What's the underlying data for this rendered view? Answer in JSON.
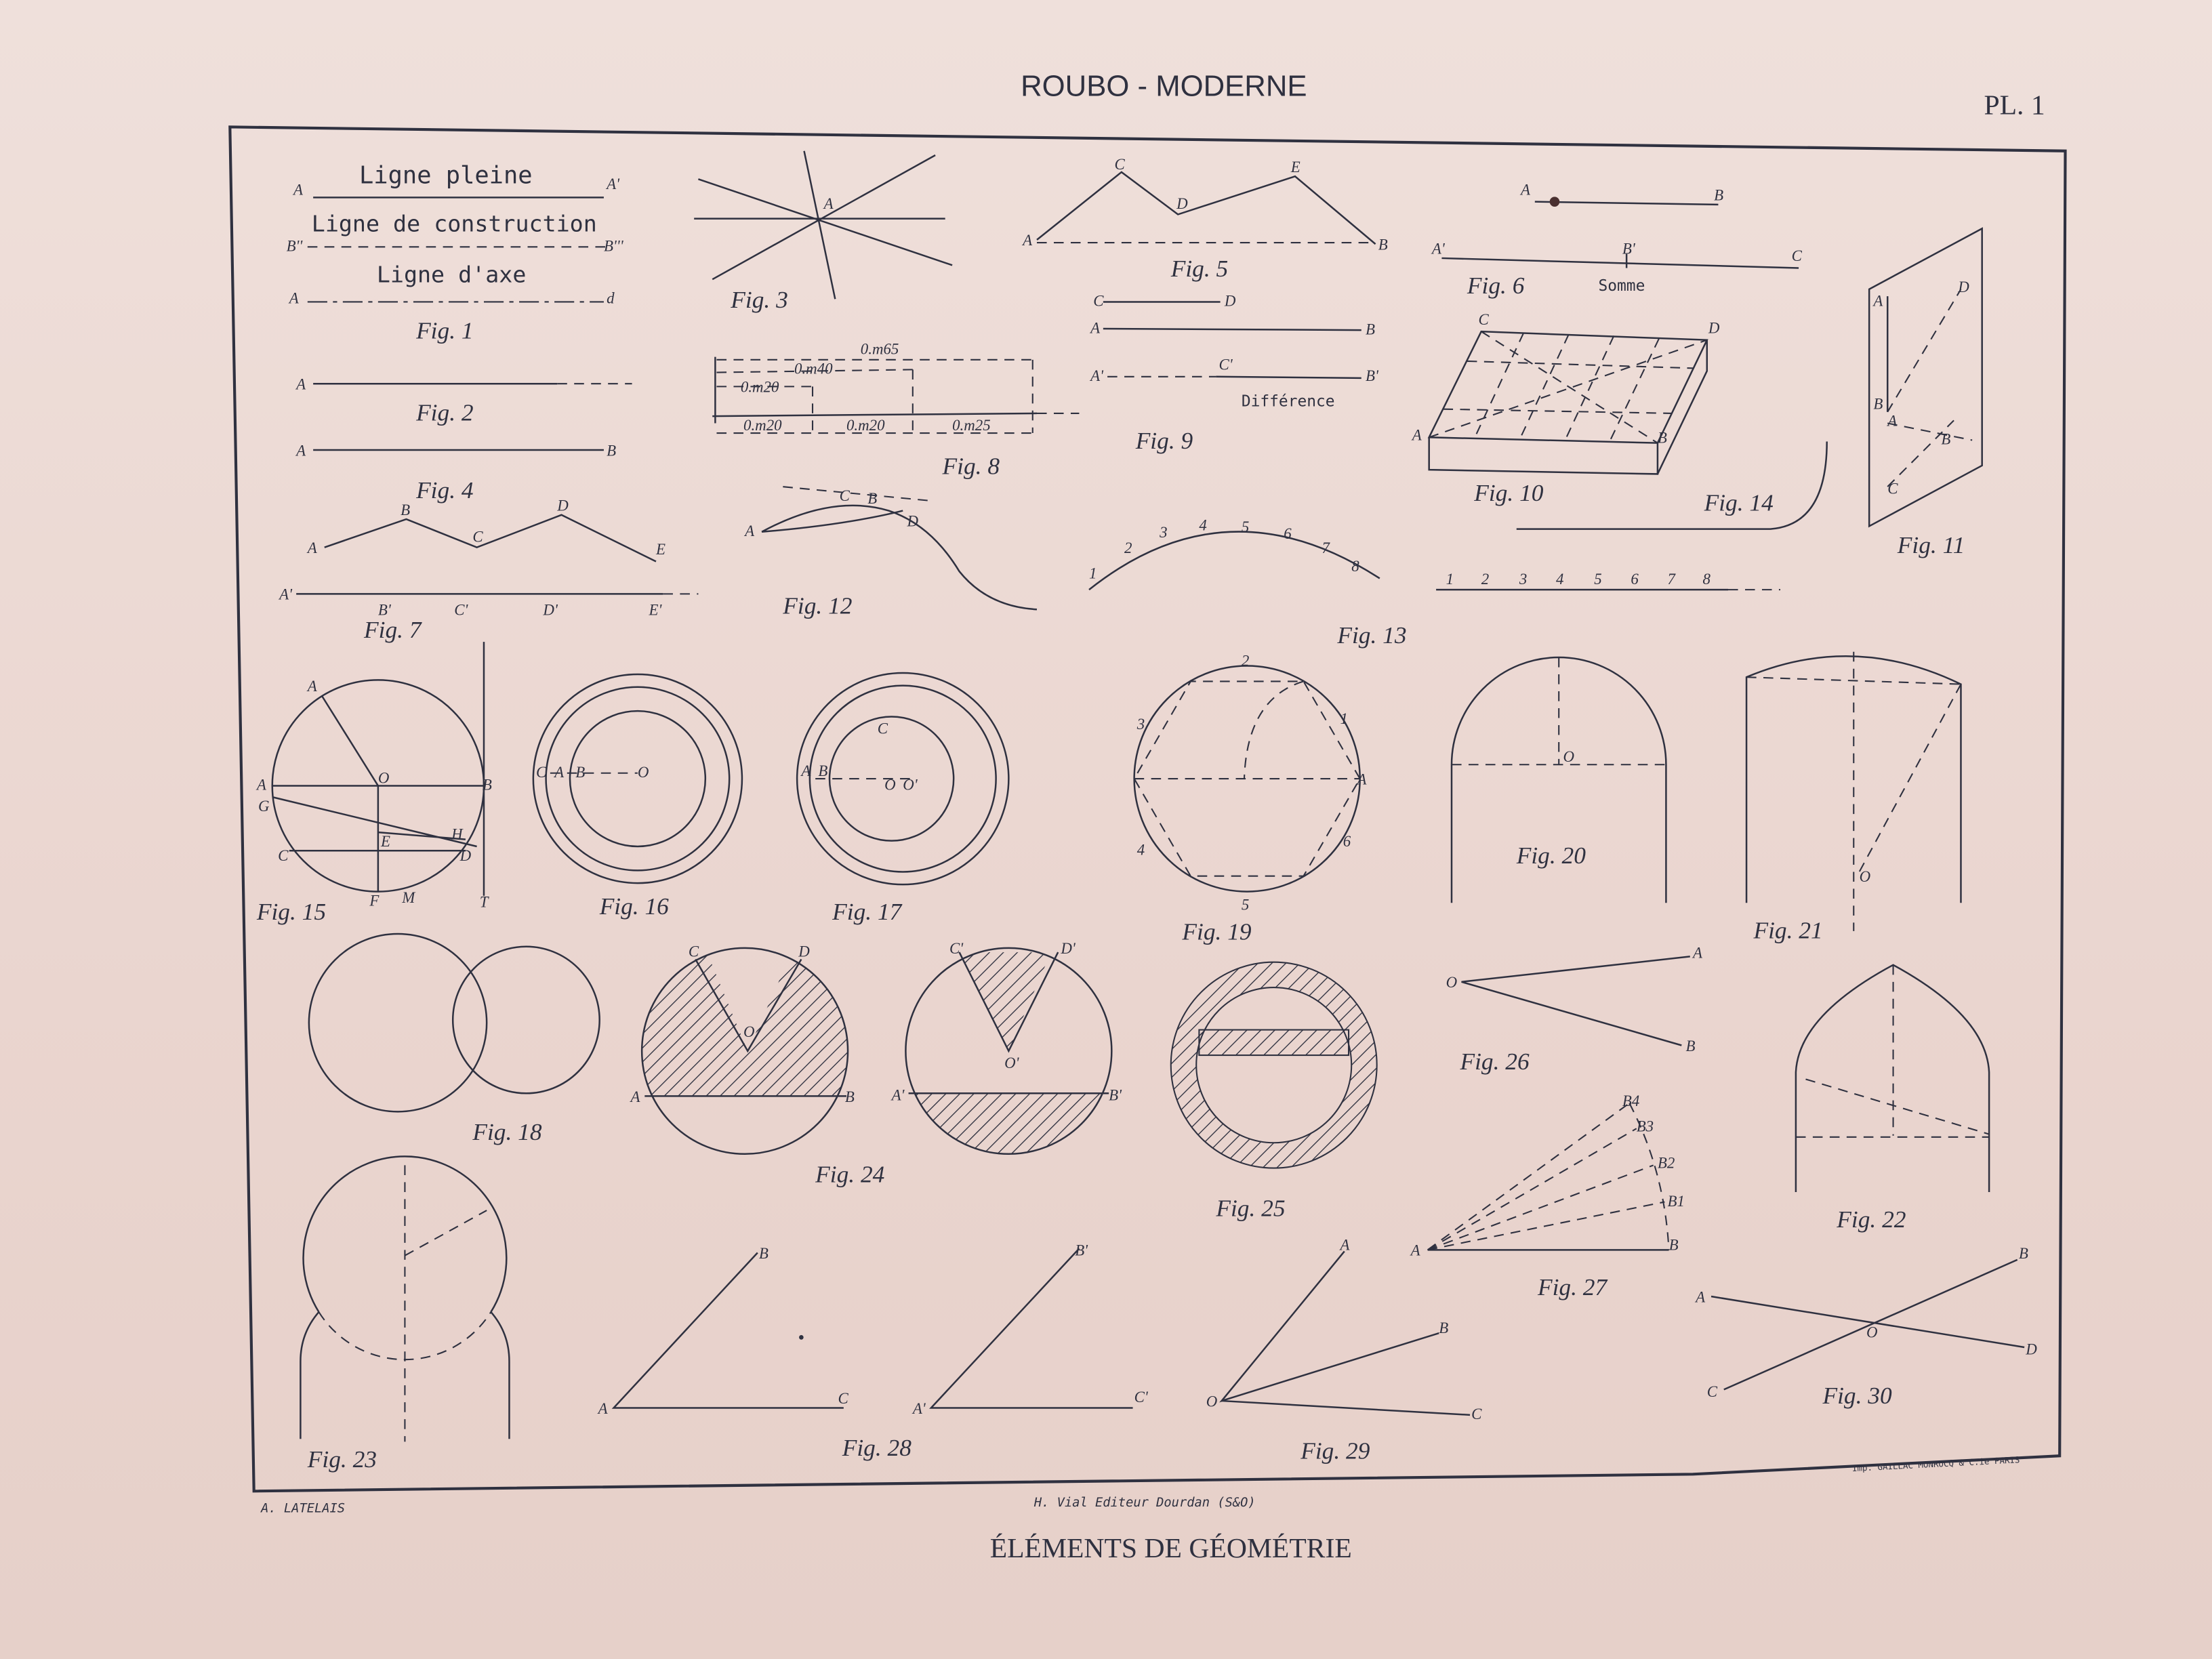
{
  "header": {
    "title": "ROUBO - MODERNE",
    "plate": "PL. 1"
  },
  "footer": {
    "author": "A. LATELAIS",
    "editor": "H. Vial Editeur Dourdan (S&O)",
    "printer": "Imp. GAILLAC MONROCQ & C.ie PARIS",
    "title": "ÉLÉMENTS DE GÉOMÉTRIE"
  },
  "fig1": {
    "solid": "Ligne pleine",
    "construction": "Ligne de construction",
    "axis": "Ligne d'axe",
    "a": "A",
    "a1": "A'",
    "b2": "B''",
    "b3": "B'''",
    "a4": "A",
    "d": "d"
  },
  "fig6": {
    "sum": "Somme",
    "a": "A",
    "b": "B",
    "a1": "A'",
    "b1": "B'",
    "c": "C"
  },
  "fig8": {
    "d65": "0.m65",
    "d40": "0.m40",
    "d20a": "0.m20",
    "d20b": "0.m20",
    "d20c": "0.m20",
    "d25": "0.m25"
  },
  "fig9": {
    "diff": "Différence",
    "c": "C",
    "d": "D",
    "a": "A",
    "b": "B",
    "a1": "A'",
    "c1": "C'",
    "b1": "B'"
  },
  "fig13": {
    "numbers": [
      "1",
      "2",
      "3",
      "4",
      "5",
      "6",
      "7",
      "8"
    ]
  },
  "captions": [
    "Fig. 1",
    "Fig. 2",
    "Fig. 3",
    "Fig. 4",
    "Fig. 5",
    "Fig. 6",
    "Fig. 7",
    "Fig. 8",
    "Fig. 9",
    "Fig. 10",
    "Fig. 11",
    "Fig. 12",
    "Fig. 13",
    "Fig. 14",
    "Fig. 15",
    "Fig. 16",
    "Fig. 17",
    "Fig. 18",
    "Fig. 19",
    "Fig. 20",
    "Fig. 21",
    "Fig. 22",
    "Fig. 23",
    "Fig. 24",
    "Fig. 25",
    "Fig. 26",
    "Fig. 27",
    "Fig. 28",
    "Fig. 29",
    "Fig. 30"
  ],
  "points": {
    "fig2": [
      "A"
    ],
    "fig4": [
      "A",
      "B"
    ],
    "fig3": [
      "A"
    ],
    "fig5": [
      "A",
      "C",
      "D",
      "E",
      "B"
    ],
    "fig7": [
      "A",
      "B",
      "C",
      "D",
      "E",
      "A'",
      "B'",
      "C'",
      "D'",
      "E'"
    ],
    "fig10": [
      "A",
      "B",
      "C",
      "D"
    ],
    "fig11": [
      "A",
      "D",
      "B",
      "A",
      "B",
      "C"
    ],
    "fig12": [
      "A",
      "C",
      "B",
      "D"
    ],
    "fig15": [
      "A",
      "A",
      "O",
      "B",
      "G",
      "C",
      "E",
      "H",
      "D",
      "F",
      "M",
      "T"
    ],
    "fig16": [
      "C",
      "A",
      "B",
      "O"
    ],
    "fig17": [
      "A",
      "B",
      "C",
      "O",
      "O'"
    ],
    "fig19": [
      "1",
      "2",
      "3",
      "4",
      "5",
      "6",
      "A"
    ],
    "fig20": [
      "O"
    ],
    "fig21": [
      "O"
    ],
    "fig24": [
      "C",
      "D",
      "O",
      "A",
      "B",
      "C'",
      "D'",
      "O'",
      "A'",
      "B'"
    ],
    "fig26": [
      "O",
      "A",
      "B"
    ],
    "fig27": [
      "A",
      "B",
      "B1",
      "B2",
      "B3",
      "B4"
    ],
    "fig28": [
      "A",
      "B",
      "C",
      "A'",
      "B'",
      "C'"
    ],
    "fig29": [
      "O",
      "A",
      "B",
      "C"
    ],
    "fig30": [
      "A",
      "B",
      "C",
      "D",
      "O"
    ]
  }
}
